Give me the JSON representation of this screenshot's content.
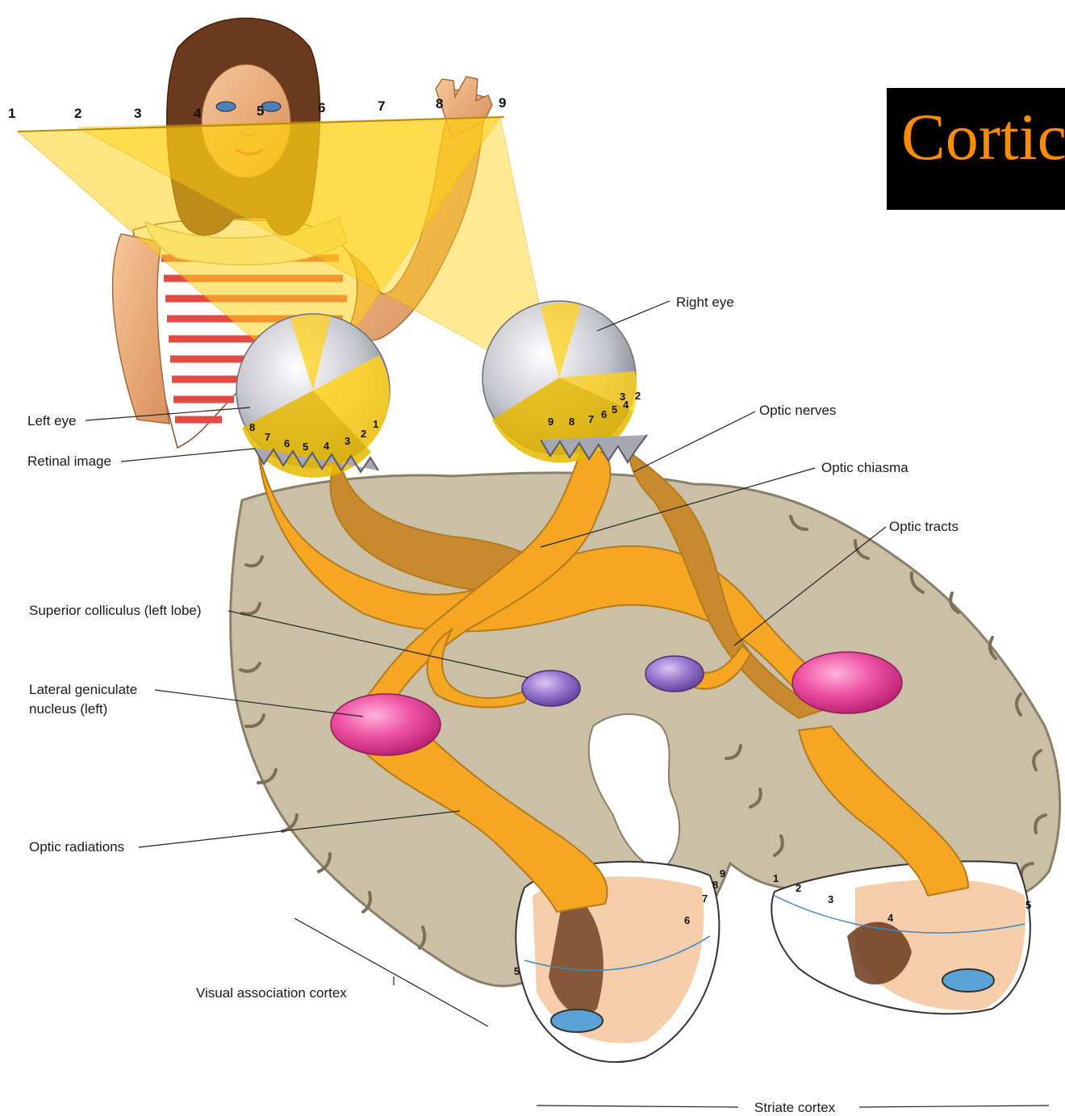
{
  "title": {
    "text": "Cortic",
    "color": "#ff8c00",
    "background": "#000000"
  },
  "visual_field_numbers": [
    "1",
    "2",
    "3",
    "4",
    "5",
    "6",
    "7",
    "8",
    "9"
  ],
  "left_retina_numbers": [
    "8",
    "7",
    "6",
    "5",
    "4",
    "3",
    "2",
    "1"
  ],
  "right_retina_numbers": [
    "9",
    "8",
    "7",
    "6",
    "5",
    "4",
    "3",
    "2"
  ],
  "left_cortex_numbers": [
    "9",
    "8",
    "7",
    "6",
    "5"
  ],
  "right_cortex_numbers": [
    "1",
    "2",
    "3",
    "4",
    "5"
  ],
  "labels": {
    "right_eye": "Right eye",
    "left_eye": "Left eye",
    "optic_nerves": "Optic nerves",
    "retinal_image": "Retinal image",
    "optic_chiasma": "Optic chiasma",
    "optic_tracts": "Optic tracts",
    "superior_colliculus": "Superior colliculus (left lobe)",
    "lgn_line1": "Lateral geniculate",
    "lgn_line2": "nucleus (left)",
    "optic_radiations": "Optic radiations",
    "visual_association_cortex": "Visual association cortex",
    "striate_cortex": "Striate cortex"
  },
  "colors": {
    "pathway": "#f5a623",
    "pathway_dark": "#c98a2e",
    "brain": "#c9c0a6",
    "brain_edge": "#8a7f68",
    "lgn": "#e8449a",
    "colliculus": "#8e6fc4",
    "field_yellow": "#ffd21a",
    "eye_silver": "#c8c8d0"
  }
}
